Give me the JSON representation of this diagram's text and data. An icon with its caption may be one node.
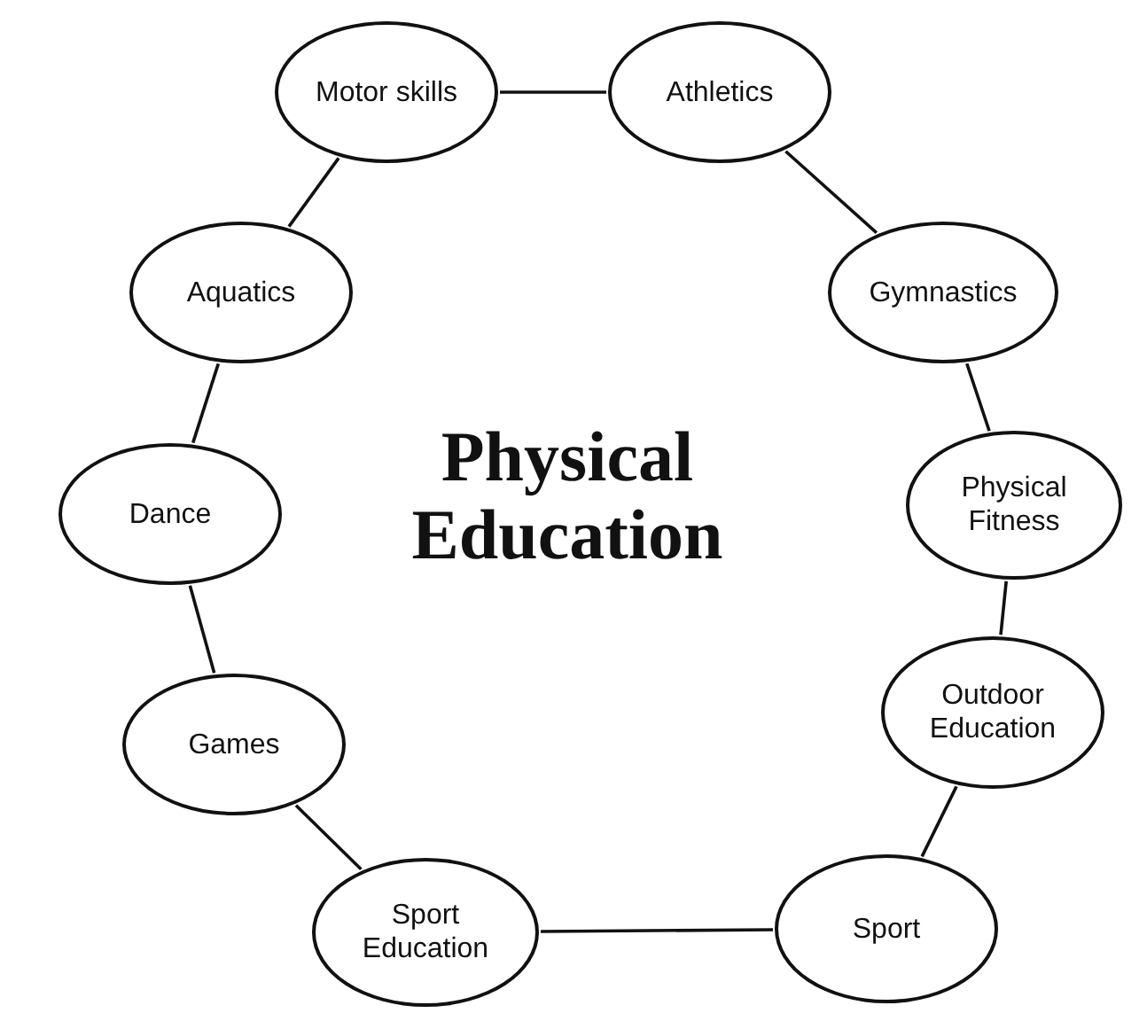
{
  "diagram": {
    "title": "Physical Education",
    "nodes": [
      {
        "text": [
          "Motor skills"
        ]
      },
      {
        "text": [
          "Athletics"
        ]
      },
      {
        "text": [
          "Gymnastics"
        ]
      },
      {
        "text": [
          "Physical Fitness"
        ]
      },
      {
        "text": [
          "Outdoor Education"
        ]
      },
      {
        "text": [
          "Sport"
        ]
      },
      {
        "text": [
          "Sport Education"
        ]
      },
      {
        "text": [
          "Games"
        ]
      },
      {
        "text": [
          "Dance"
        ]
      },
      {
        "text": [
          "Aquatics"
        ]
      }
    ],
    "edges": [
      {
        "from": 0,
        "to": 1,
        "arrow": "none"
      },
      {
        "from": 1,
        "to": 2,
        "arrow": "none"
      },
      {
        "from": 2,
        "to": 3,
        "arrow": "none"
      },
      {
        "from": 3,
        "to": 4,
        "arrow": "none"
      },
      {
        "from": 4,
        "to": 5,
        "arrow": "none"
      },
      {
        "from": 5,
        "to": 6,
        "arrow": "none"
      },
      {
        "from": 6,
        "to": 7,
        "arrow": "none"
      },
      {
        "from": 7,
        "to": 8,
        "arrow": "none"
      },
      {
        "from": 8,
        "to": 9,
        "arrow": "none"
      },
      {
        "from": 9,
        "to": 0,
        "arrow": "none"
      }
    ]
  }
}
